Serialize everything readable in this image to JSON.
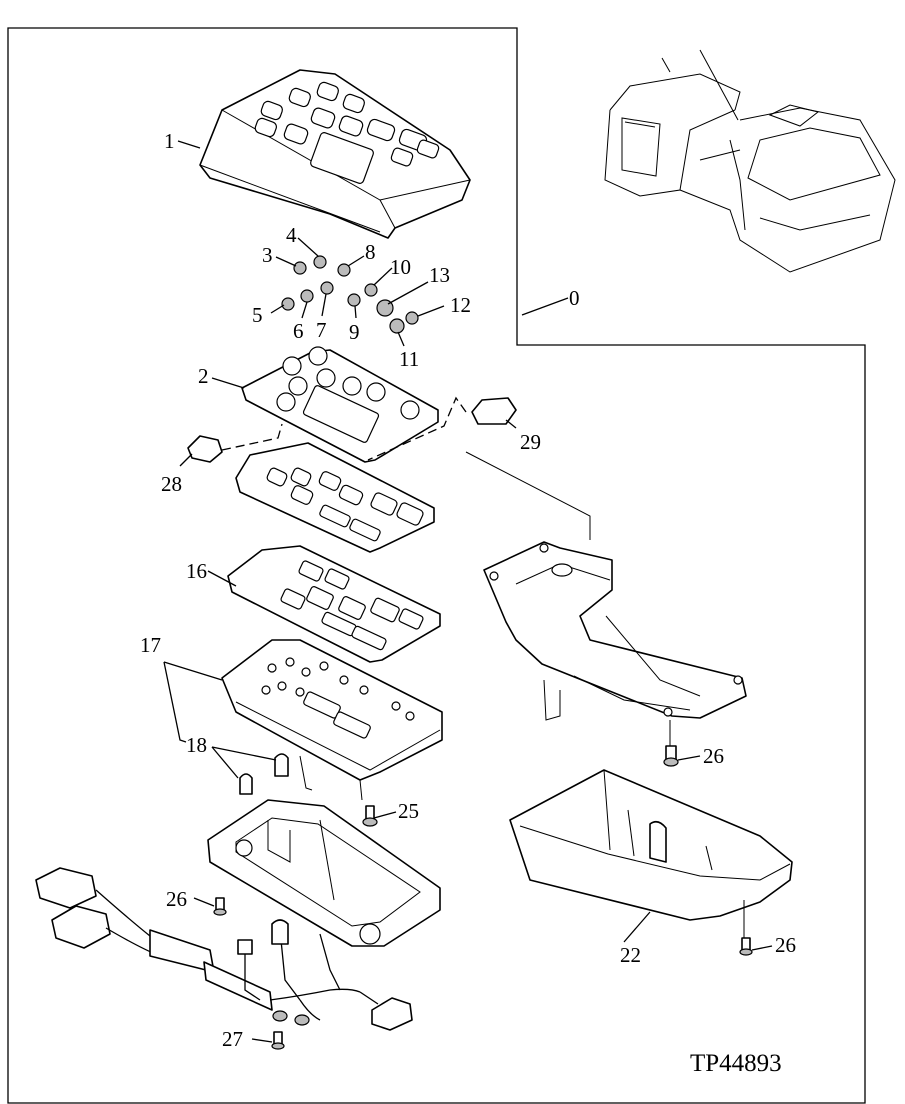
{
  "figure_code": "TP44893",
  "callouts": {
    "c0": "0",
    "c1": "1",
    "c2": "2",
    "c3": "3",
    "c4": "4",
    "c5": "5",
    "c6": "6",
    "c7": "7",
    "c8": "8",
    "c9": "9",
    "c10": "10",
    "c11": "11",
    "c12": "12",
    "c13": "13",
    "c16": "16",
    "c17": "17",
    "c18": "18",
    "c22": "22",
    "c25": "25",
    "c26a": "26",
    "c26b": "26",
    "c26c": "26",
    "c27": "27",
    "c28": "28",
    "c29": "29"
  }
}
